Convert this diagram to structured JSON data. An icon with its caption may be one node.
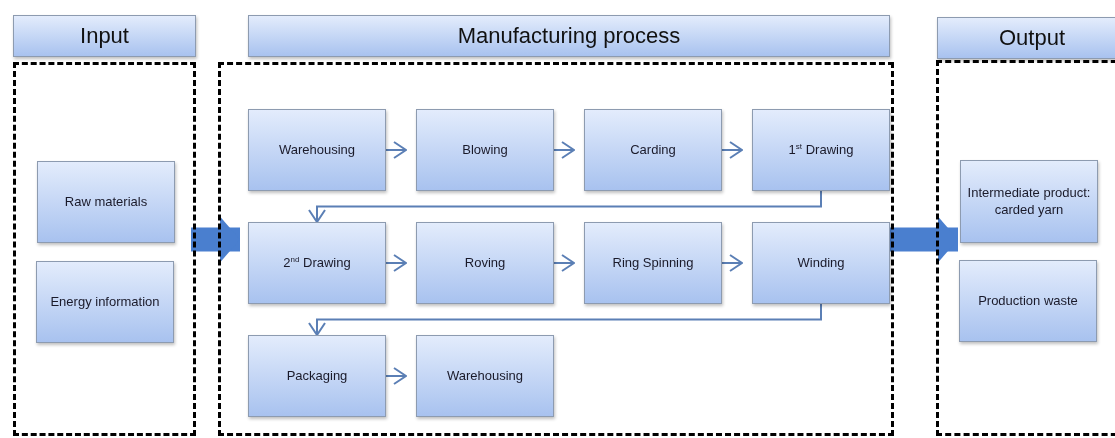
{
  "diagram": {
    "nodes": [
      {
        "text": [
          "Input"
        ]
      },
      {
        "text": [
          "Raw materials"
        ],
        "in": 0
      },
      {
        "text": [
          "Energy information"
        ],
        "in": 0
      },
      {
        "text": [
          "Manufacturing process"
        ]
      },
      {
        "text": [
          "Warehousing"
        ],
        "in": 3
      },
      {
        "text": [
          "Blowing"
        ],
        "in": 3
      },
      {
        "text": [
          "Carding"
        ],
        "in": 3
      },
      {
        "text": [
          "1$^{st}$ Drawing"
        ],
        "in": 3
      },
      {
        "text": [
          "2$^{nd}$ Drawing"
        ],
        "in": 3
      },
      {
        "text": [
          "Roving"
        ],
        "in": 3
      },
      {
        "text": [
          "Ring Spinning"
        ],
        "in": 3
      },
      {
        "text": [
          "Winding"
        ],
        "in": 3
      },
      {
        "text": [
          "Packaging"
        ],
        "in": 3
      },
      {
        "text": [
          "Warehousing"
        ],
        "in": 3
      },
      {
        "text": [
          "Output"
        ]
      },
      {
        "text": [
          "Intermediate product: carded yarn"
        ],
        "in": 14
      },
      {
        "text": [
          "Production waste"
        ],
        "in": 14
      }
    ],
    "edges": [
      {
        "from": 0,
        "to": 3,
        "arrow": "to",
        "style": "thick"
      },
      {
        "from": 4,
        "to": 5,
        "arrow": "to"
      },
      {
        "from": 5,
        "to": 6,
        "arrow": "to"
      },
      {
        "from": 6,
        "to": 7,
        "arrow": "to"
      },
      {
        "from": 7,
        "to": 8,
        "arrow": "to"
      },
      {
        "from": 8,
        "to": 9,
        "arrow": "to"
      },
      {
        "from": 9,
        "to": 10,
        "arrow": "to"
      },
      {
        "from": 10,
        "to": 11,
        "arrow": "to"
      },
      {
        "from": 11,
        "to": 12,
        "arrow": "to"
      },
      {
        "from": 12,
        "to": 13,
        "arrow": "to"
      },
      {
        "from": 3,
        "to": 14,
        "arrow": "to",
        "style": "thick"
      }
    ]
  }
}
